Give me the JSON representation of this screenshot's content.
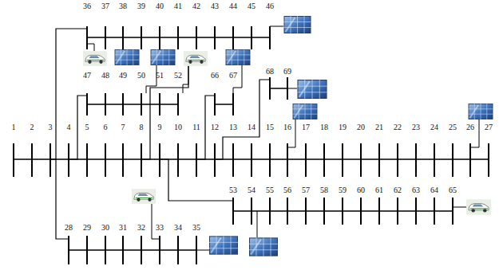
{
  "diagram": {
    "labels": [
      "1",
      "2",
      "3",
      "4",
      "5",
      "6",
      "7",
      "8",
      "9",
      "10",
      "11",
      "12",
      "13",
      "14",
      "15",
      "16",
      "17",
      "18",
      "19",
      "20",
      "21",
      "22",
      "23",
      "24",
      "25",
      "26",
      "27",
      "28",
      "29",
      "30",
      "31",
      "32",
      "33",
      "34",
      "35",
      "36",
      "37",
      "38",
      "39",
      "40",
      "41",
      "42",
      "43",
      "44",
      "45",
      "46",
      "47",
      "48",
      "49",
      "50",
      "51",
      "52",
      "53",
      "54",
      "55",
      "56",
      "57",
      "58",
      "59",
      "60",
      "61",
      "62",
      "63",
      "64",
      "65",
      "66",
      "67",
      "68",
      "69"
    ]
  }
}
